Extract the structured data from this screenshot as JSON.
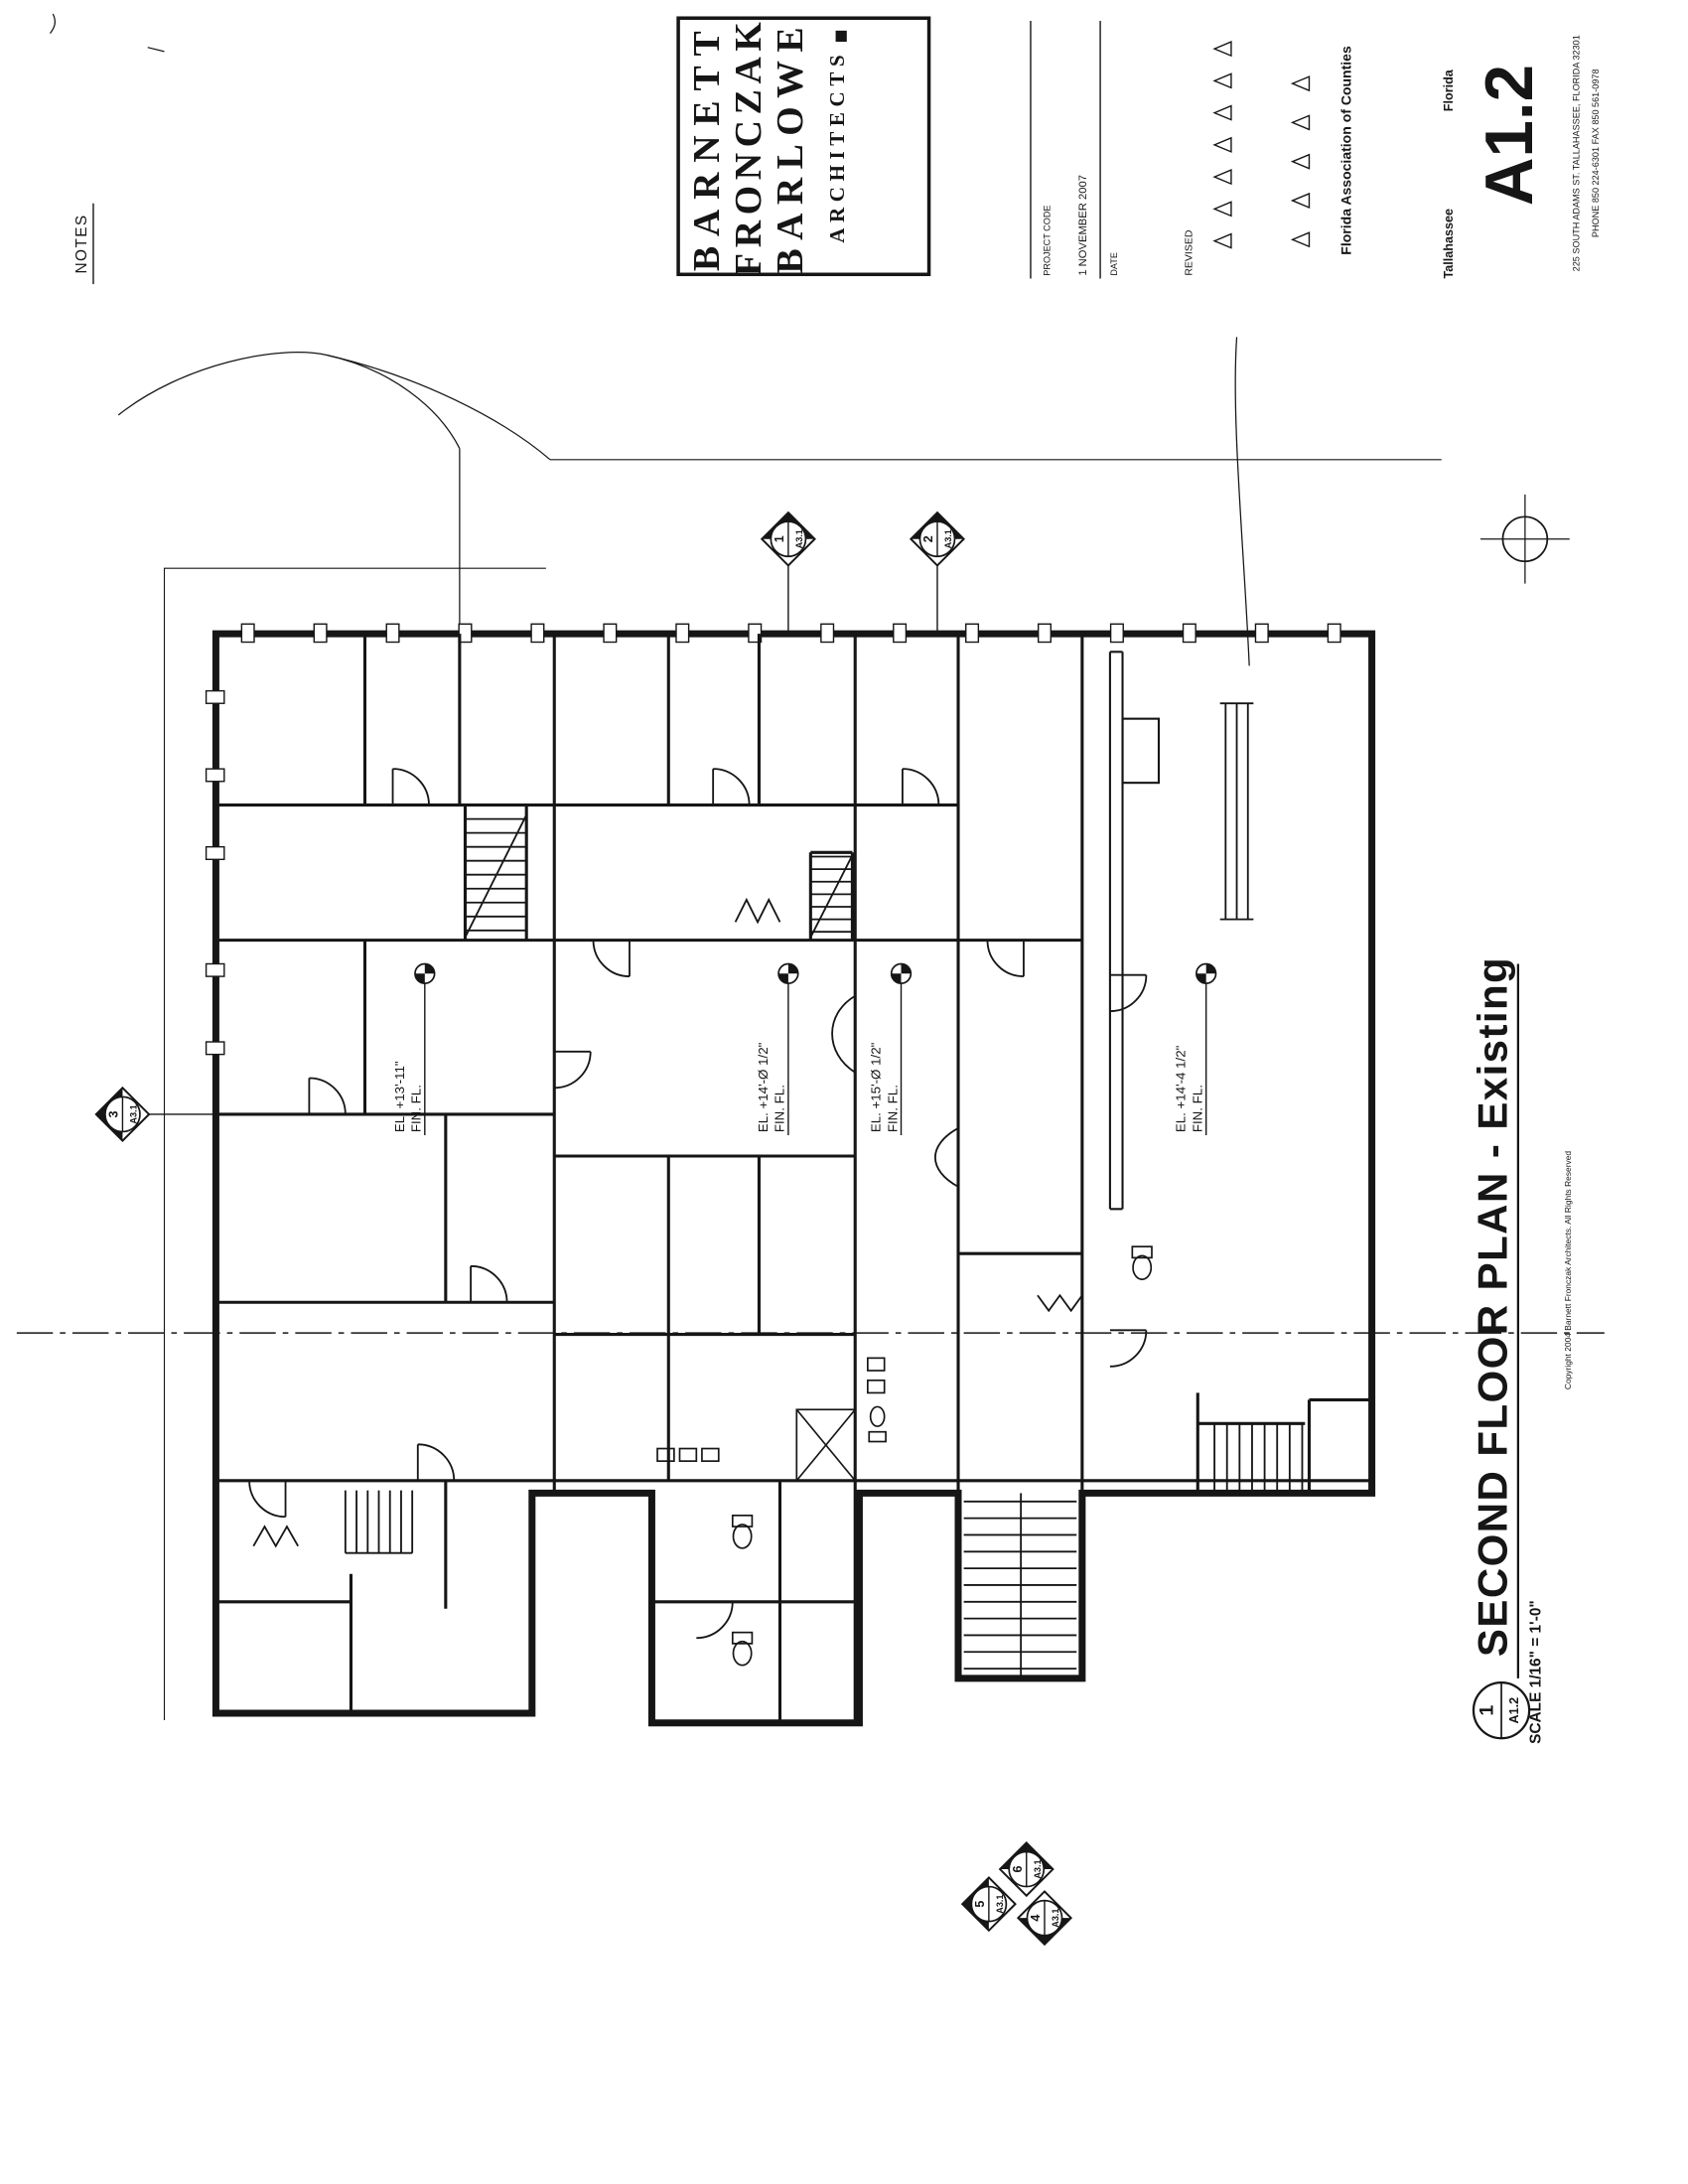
{
  "colors": {
    "ink": "#161616",
    "paper": "#ffffff"
  },
  "sheet": {
    "notes_label": "NOTES",
    "logo": {
      "line1": "BARNETT",
      "line2": "FRONCZAK",
      "line3": "BARLOWE",
      "line4": "ARCHITECTS"
    },
    "title_block": {
      "project_code_label": "PROJECT CODE",
      "date_value": "1 NOVEMBER 2007",
      "date_label": "DATE",
      "revised_label": "REVISED",
      "association": "Florida Association of Counties",
      "city": "Tallahassee",
      "state": "Florida",
      "sheet_number": "A1.2",
      "address": "225 SOUTH ADAMS ST.   TALLAHASSEE, FLORIDA 32301",
      "phone_fax": "PHONE 850 224-6301        FAX 850 561-0978"
    },
    "drawing_title": {
      "detail_number": "1",
      "detail_sheet": "A1.2",
      "title": "SECOND FLOOR PLAN - Existing",
      "scale": "SCALE 1/16\" = 1'-0\"",
      "copyright": "Copyright 2004 Barnett Fronczak Architects.  All Rights Reserved"
    },
    "section_markers": {
      "m1": {
        "num": "1",
        "sheet": "A3.1"
      },
      "m2": {
        "num": "2",
        "sheet": "A3.1"
      },
      "m3": {
        "num": "3",
        "sheet": "A3.1"
      },
      "m4": {
        "num": "4",
        "sheet": "A3.1"
      },
      "m5": {
        "num": "5",
        "sheet": "A3.1"
      },
      "m6": {
        "num": "6",
        "sheet": "A3.1"
      }
    },
    "elevation_labels": {
      "e1": {
        "line1": "EL. +13'-11\"",
        "line2": "FIN. FL."
      },
      "e2": {
        "line1": "EL. +14'-Ø 1/2\"",
        "line2": "FIN. FL."
      },
      "e3": {
        "line1": "EL. +15'-Ø 1/2\"",
        "line2": "FIN. FL."
      },
      "e4": {
        "line1": "EL. +14'-4 1/2\"",
        "line2": "FIN. FL."
      }
    }
  }
}
